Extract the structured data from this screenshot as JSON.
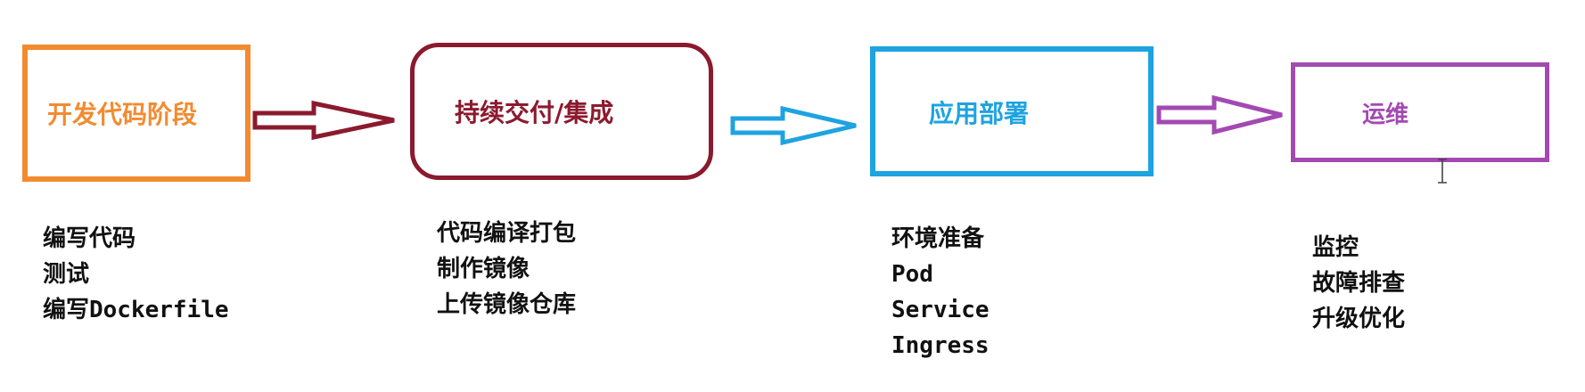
{
  "stages": [
    {
      "title": "开发代码阶段",
      "color": "#f28b30",
      "tasks": [
        "编写代码",
        "测试",
        "编写Dockerfile"
      ]
    },
    {
      "title": "持续交付/集成",
      "color": "#8b1a2e",
      "tasks": [
        "代码编译打包",
        "制作镜像",
        "上传镜像仓库"
      ]
    },
    {
      "title": "应用部署",
      "color": "#1ea3e0",
      "tasks": [
        "环境准备",
        "Pod",
        "Service",
        "Ingress"
      ]
    },
    {
      "title": "运维",
      "color": "#a349b2",
      "tasks": [
        "监控",
        "故障排查",
        "升级优化"
      ]
    }
  ],
  "arrow_colors": [
    "#8b1a2e",
    "#1ea3e0",
    "#a349b2"
  ]
}
